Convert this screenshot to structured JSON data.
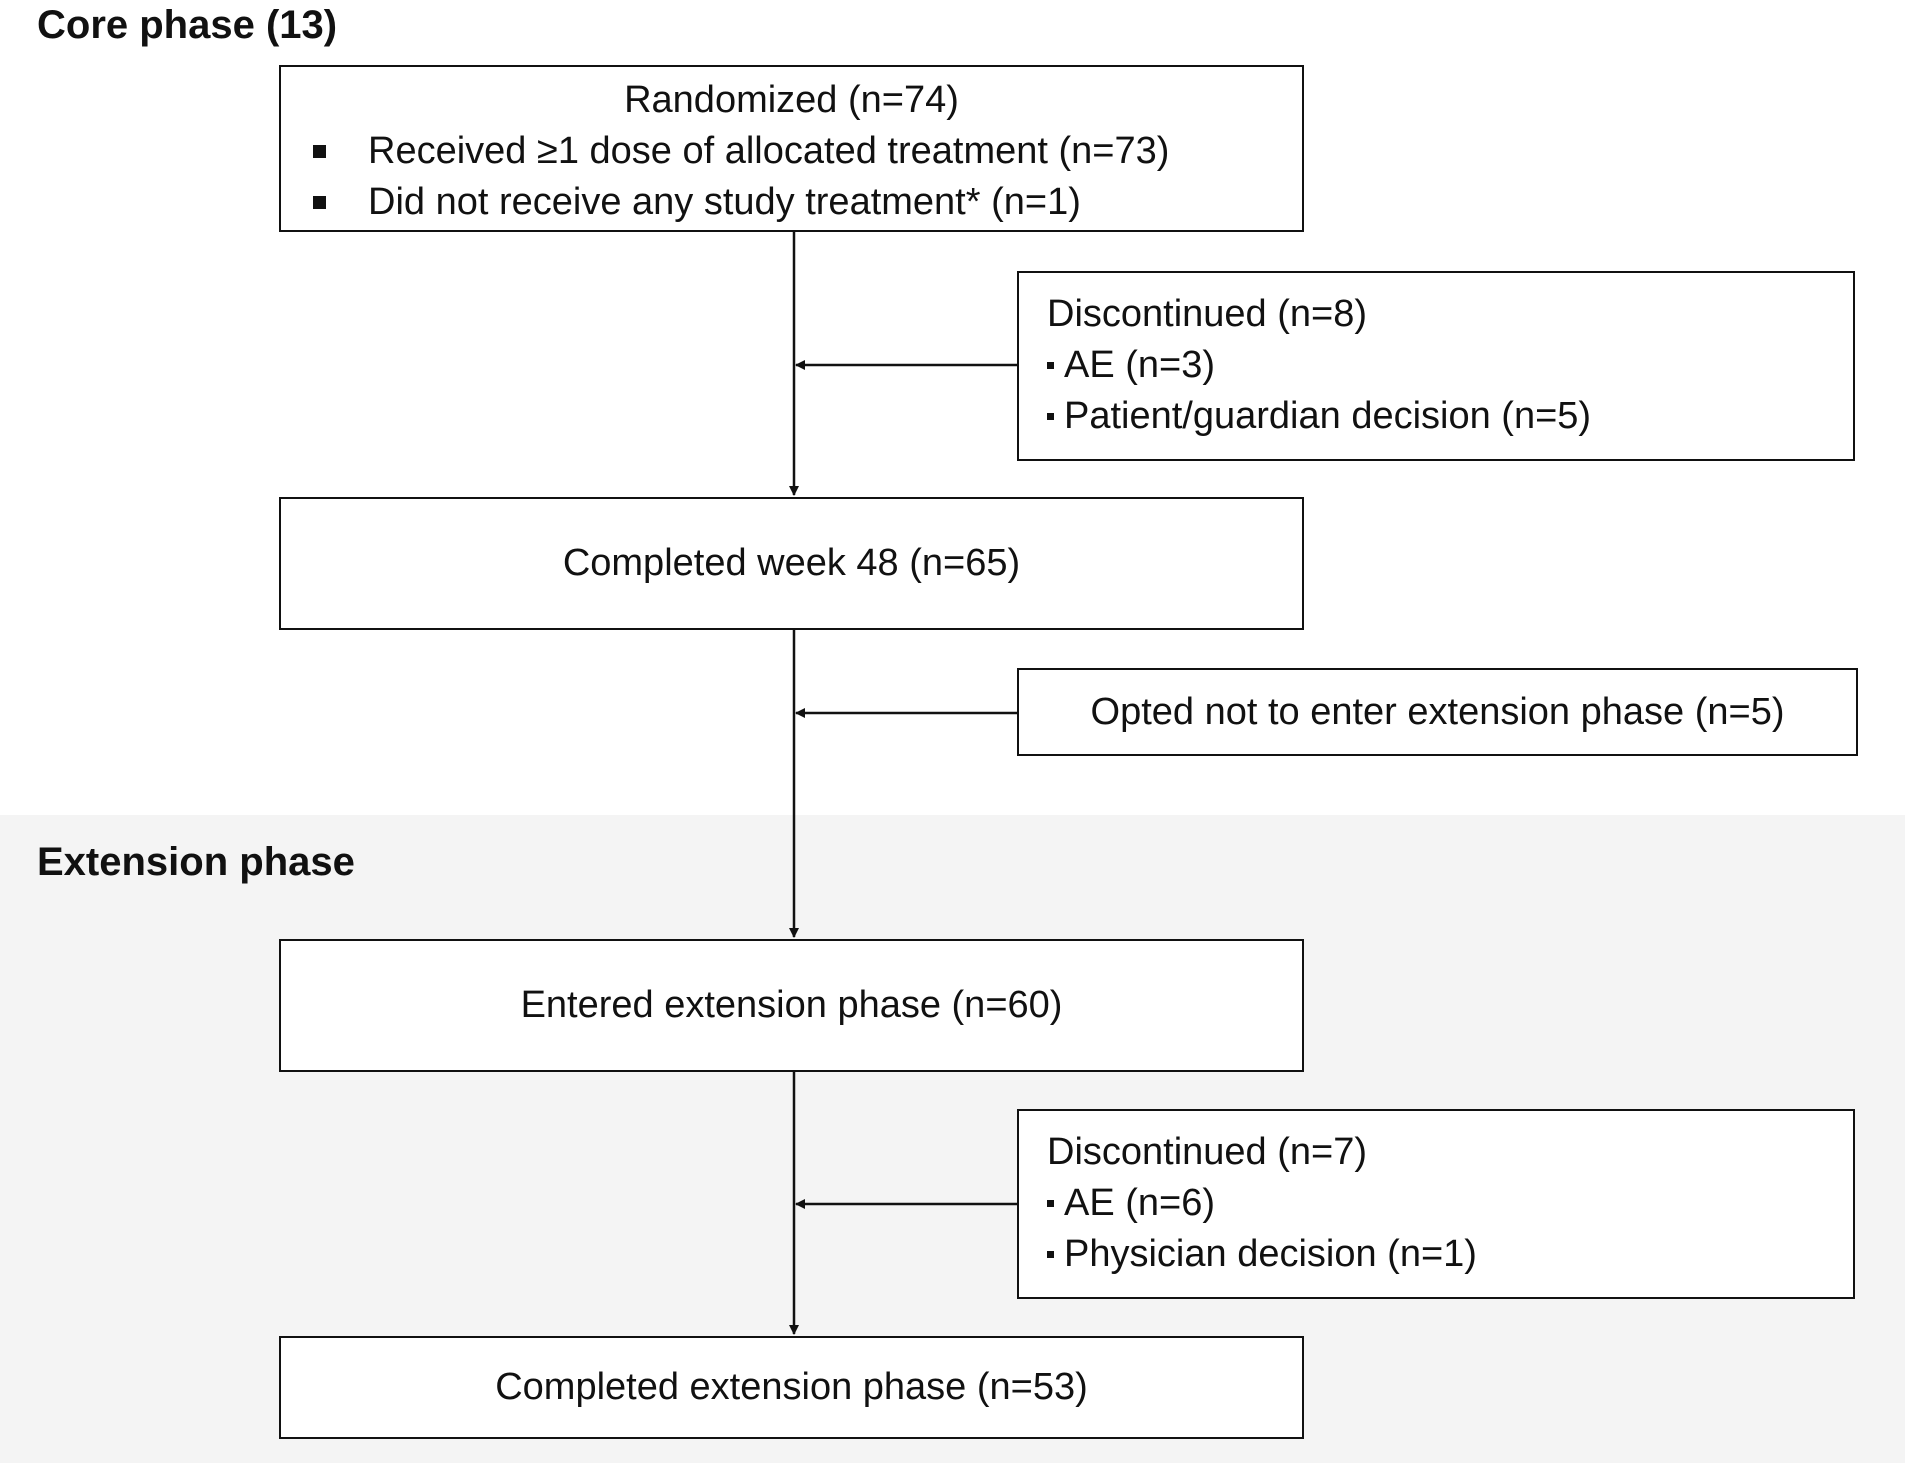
{
  "phases": {
    "core": "Core phase (13)",
    "extension": "Extension phase"
  },
  "boxes": {
    "randomized": {
      "title": "Randomized  (n=74)",
      "items": [
        "Received  ≥1 dose  of allocated  treatment  (n=73)",
        "Did  not  receive  any study treatment*  (n=1)"
      ]
    },
    "discontinued_core": {
      "title": "Discontinued  (n=8)",
      "items": [
        "AE  (n=3)",
        "Patient/guardian  decision  (n=5)"
      ]
    },
    "completed_week48": "Completed  week 48  (n=65)",
    "opted_not": "Opted  not to enter extension  phase  (n=5)",
    "entered_extension": "Entered  extension  phase  (n=60)",
    "discontinued_ext": {
      "title": "Discontinued  (n=7)",
      "items": [
        "AE  (n=6)",
        "Physician  decision  (n=1)"
      ]
    },
    "completed_extension": "Completed  extension  phase  (n=53)"
  }
}
